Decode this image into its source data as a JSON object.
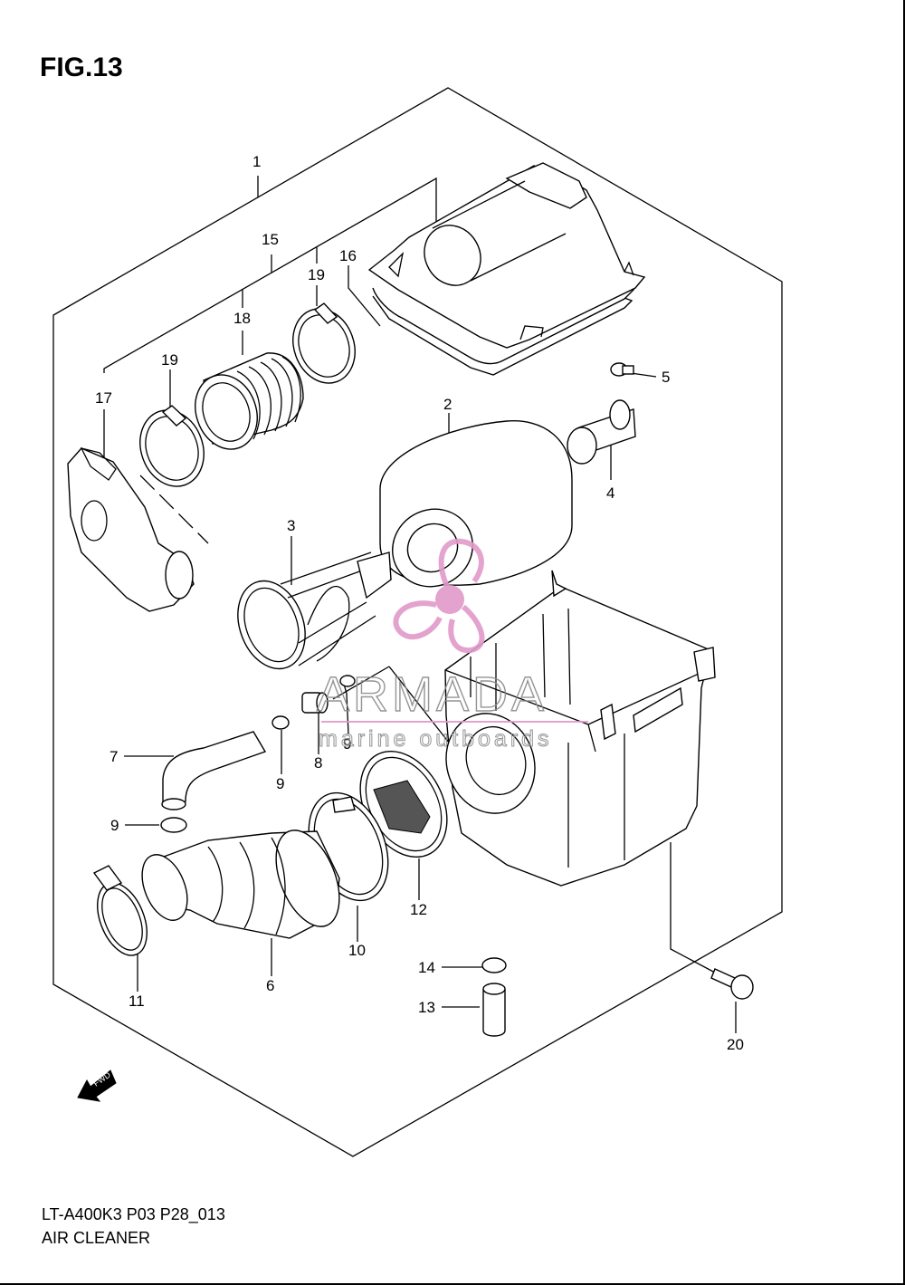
{
  "figure": {
    "title": "FIG.13",
    "model_code": "LT-A400K3 P03 P28_013",
    "section_name": "AIR CLEANER"
  },
  "watermark": {
    "brand": "ARMADA",
    "tagline": "marine outboards",
    "accent_color": "#e29ac9"
  },
  "badge": {
    "text": "FWD"
  },
  "callouts": [
    {
      "id": "c1",
      "label": "1"
    },
    {
      "id": "c2",
      "label": "2"
    },
    {
      "id": "c3",
      "label": "3"
    },
    {
      "id": "c4",
      "label": "4"
    },
    {
      "id": "c5",
      "label": "5"
    },
    {
      "id": "c6",
      "label": "6"
    },
    {
      "id": "c7",
      "label": "7"
    },
    {
      "id": "c8",
      "label": "8"
    },
    {
      "id": "c9a",
      "label": "9"
    },
    {
      "id": "c9b",
      "label": "9"
    },
    {
      "id": "c9c",
      "label": "9"
    },
    {
      "id": "c10",
      "label": "10"
    },
    {
      "id": "c11",
      "label": "11"
    },
    {
      "id": "c12",
      "label": "12"
    },
    {
      "id": "c13",
      "label": "13"
    },
    {
      "id": "c14",
      "label": "14"
    },
    {
      "id": "c15",
      "label": "15"
    },
    {
      "id": "c16",
      "label": "16"
    },
    {
      "id": "c17",
      "label": "17"
    },
    {
      "id": "c18",
      "label": "18"
    },
    {
      "id": "c19a",
      "label": "19"
    },
    {
      "id": "c19b",
      "label": "19"
    },
    {
      "id": "c20",
      "label": "20"
    }
  ]
}
